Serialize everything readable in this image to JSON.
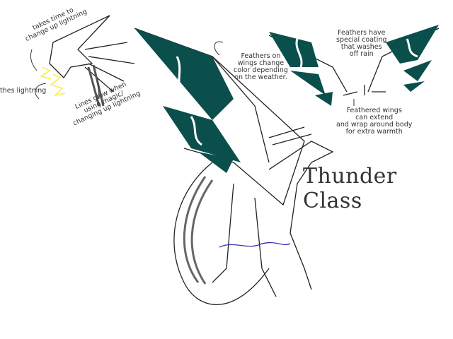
{
  "title": "Thunder Class",
  "colors": {
    "feather": "#0b4f4c",
    "lightning": "#f4ee4a",
    "line": "#222222",
    "text": "#333333"
  },
  "annotations": {
    "charge_time": "takes time to\nchange up lightning",
    "breathes": "thes lightning",
    "lines_glow": "Lines glow when\nusing magic/\nchanging up lightning",
    "feathers_color": "Feathers on\nwings change\ncolor depending\non the weather.",
    "feathers_coating": "Feathers have\nspecial coating\nthat washes\noff rain",
    "feathered_wings": "Feathered wings\ncan extend\nand wrap around body\nfor extra warmth"
  }
}
